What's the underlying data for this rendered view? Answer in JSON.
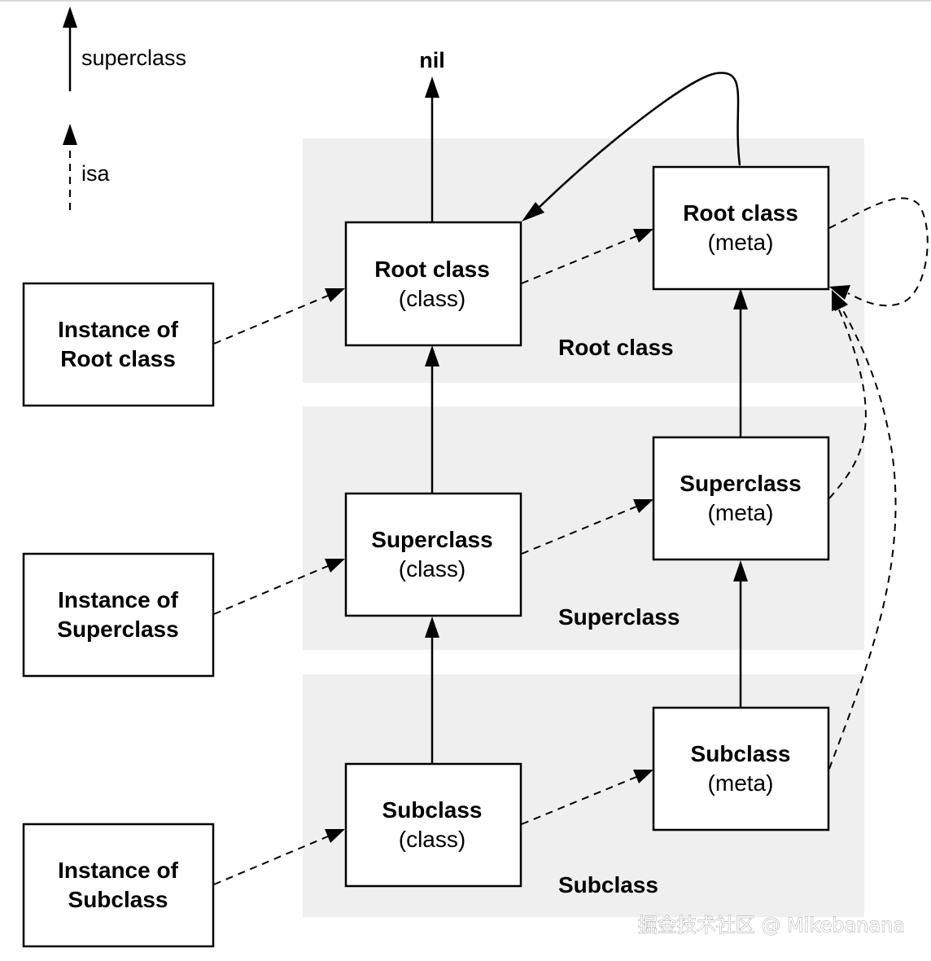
{
  "legend": {
    "superclass_label": "superclass",
    "isa_label": "isa"
  },
  "nil_label": "nil",
  "bands": {
    "root": "Root class",
    "superclass": "Superclass",
    "subclass": "Subclass"
  },
  "instances": {
    "root": {
      "line1": "Instance of",
      "line2": "Root class"
    },
    "superclass": {
      "line1": "Instance of",
      "line2": "Superclass"
    },
    "subclass": {
      "line1": "Instance of",
      "line2": "Subclass"
    }
  },
  "classes": {
    "root": {
      "name": "Root class",
      "kind": "(class)"
    },
    "superclass": {
      "name": "Superclass",
      "kind": "(class)"
    },
    "subclass": {
      "name": "Subclass",
      "kind": "(class)"
    }
  },
  "metas": {
    "root": {
      "name": "Root class",
      "kind": "(meta)"
    },
    "superclass": {
      "name": "Superclass",
      "kind": "(meta)"
    },
    "subclass": {
      "name": "Subclass",
      "kind": "(meta)"
    }
  },
  "watermark": "掘金技术社区 @ Mikebanana"
}
